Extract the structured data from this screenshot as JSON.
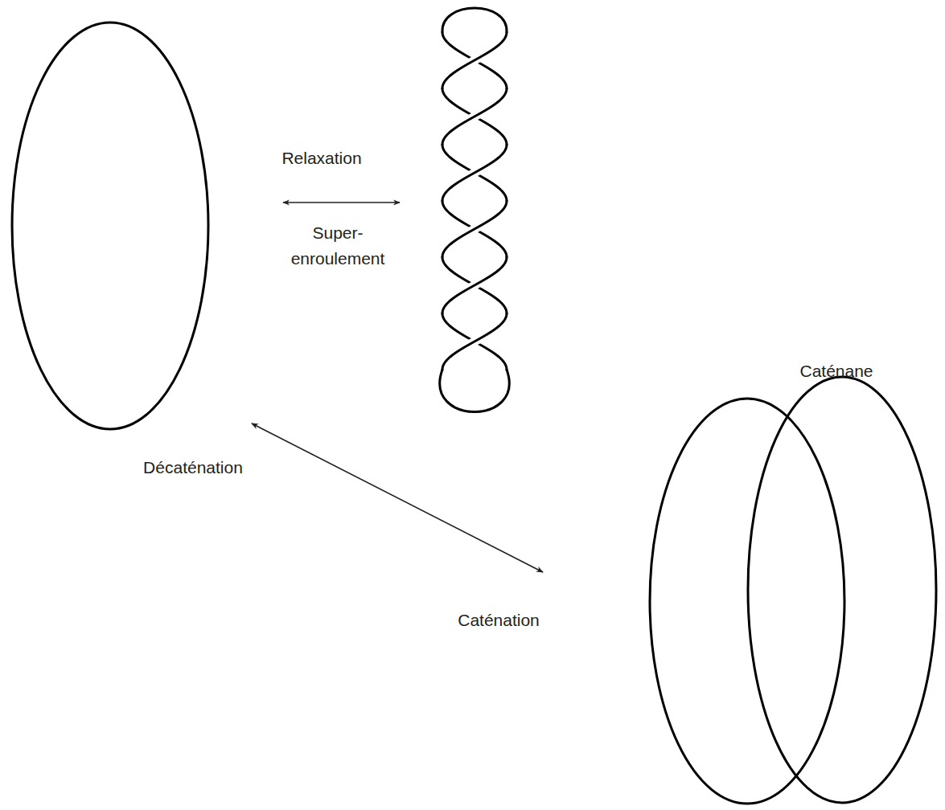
{
  "diagram": {
    "labels": [
      "Relaxation",
      "Super- enroulement",
      "Décaténation",
      "Caténation",
      "Caténane"
    ]
  }
}
